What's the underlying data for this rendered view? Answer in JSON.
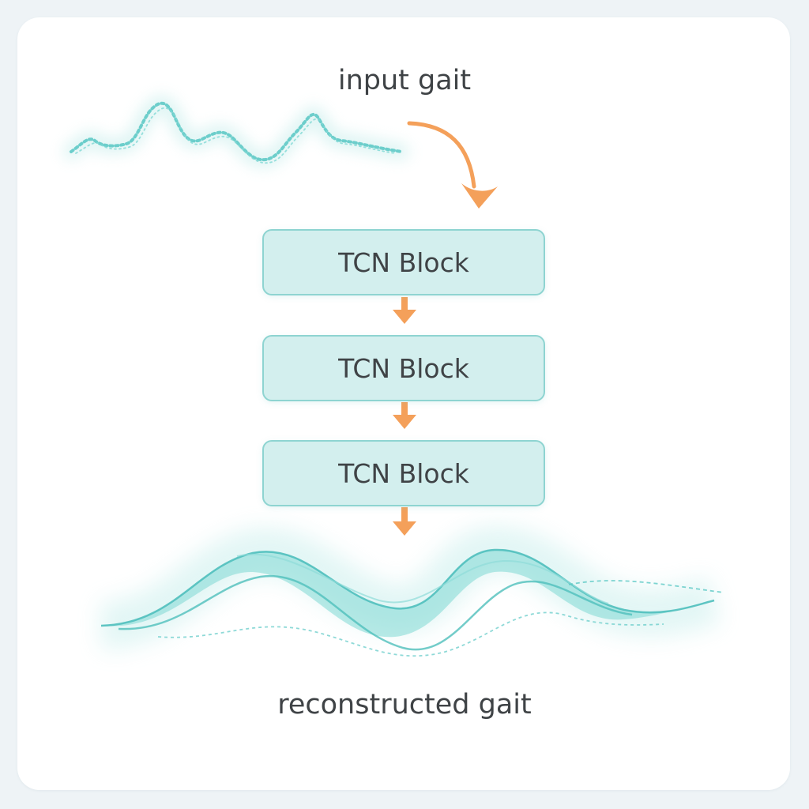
{
  "input": {
    "label": "input gait"
  },
  "blocks": [
    {
      "label": "TCN Block"
    },
    {
      "label": "TCN Block"
    },
    {
      "label": "TCN Block"
    }
  ],
  "output": {
    "label": "reconstructed gait"
  },
  "colors": {
    "signal": "#5ec9c6",
    "signal_fill": "#7fd8d4",
    "arrow": "#f4a05a",
    "block_fill": "#d3efee",
    "block_border": "#8ed4d1",
    "text": "#3f4346"
  }
}
